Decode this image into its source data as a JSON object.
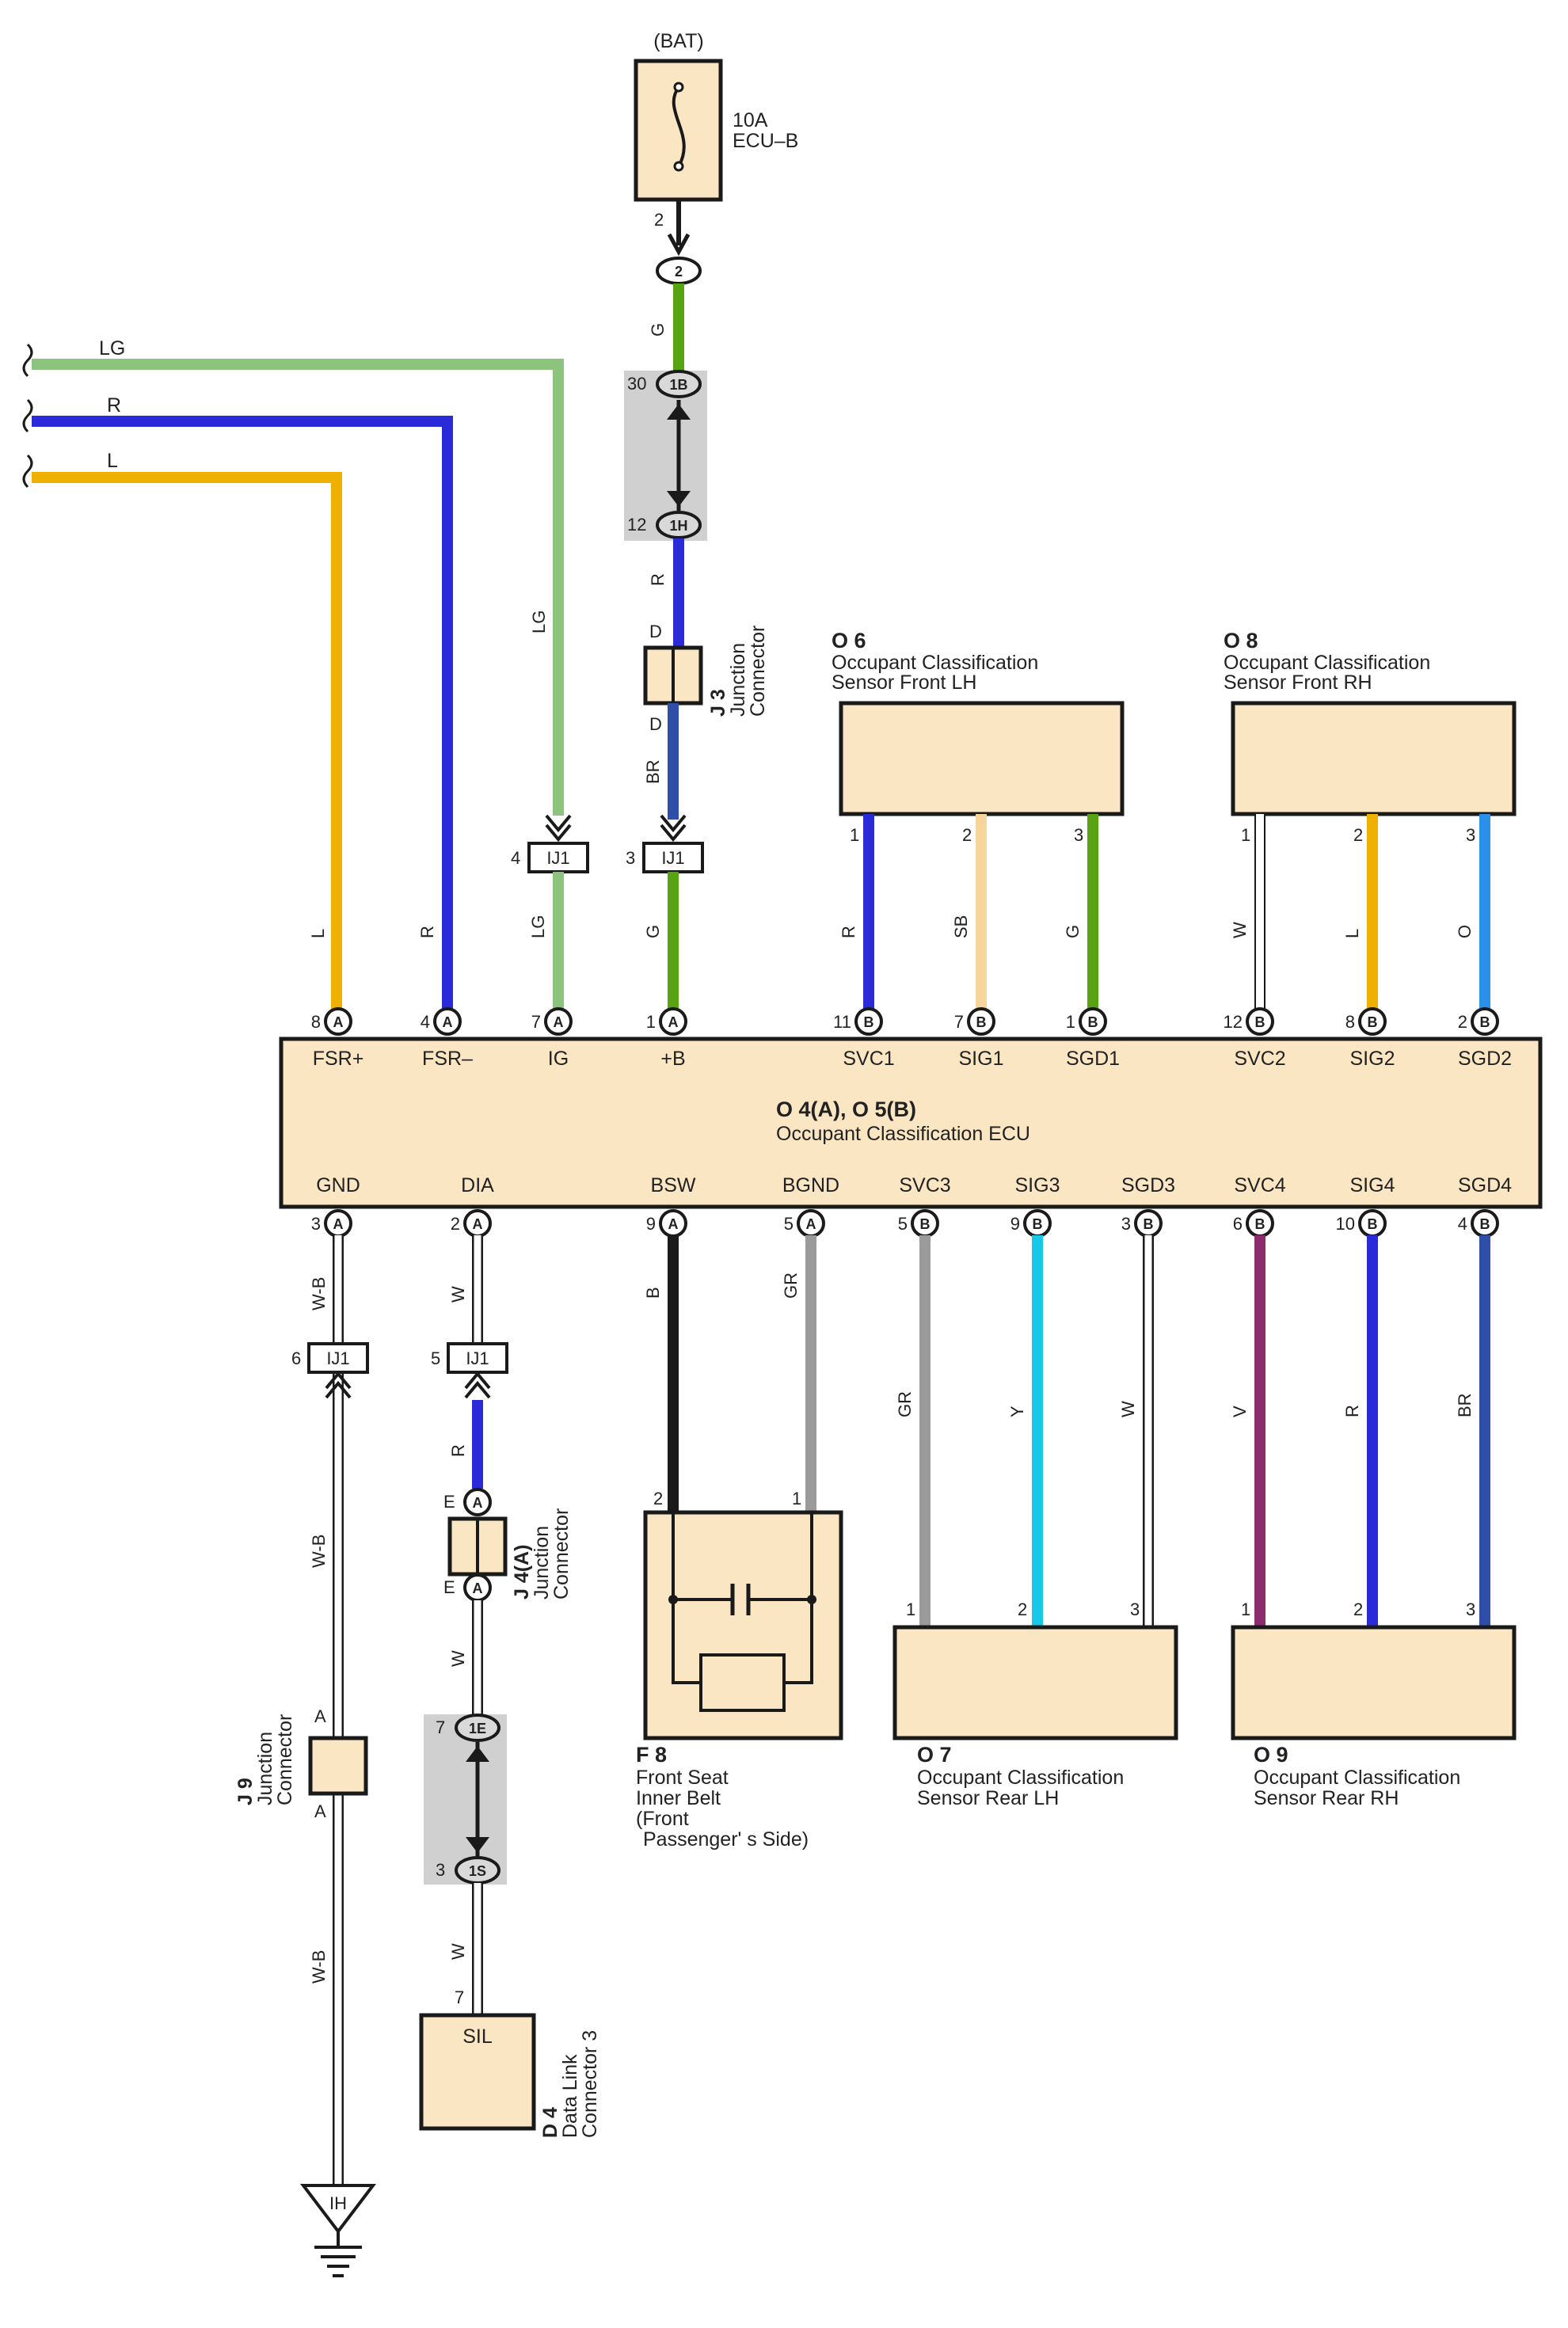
{
  "wire_colors": {
    "LG": "#8cc47e",
    "R": "#2a2ad8",
    "L": "#f0b000",
    "G": "#57a312",
    "BR": "#2f4ea8",
    "SB": "#f5d59a",
    "W": "#ffffff",
    "O": "#2a90e8",
    "B": "#1a1a1a",
    "GR": "#9a9a9a",
    "Y": "#18c8e8",
    "V": "#8c2c6c",
    "W-B": "#ffffff"
  },
  "fuse": {
    "source": "(BAT)",
    "rating": "10A",
    "name": "ECU–B",
    "pin_out": "2",
    "connector": "2"
  },
  "main_wires": {
    "lg": "LG",
    "r": "R",
    "l": "L"
  },
  "junction_1b_1h": {
    "top_pin": "30",
    "top_label": "1B",
    "bottom_pin": "12",
    "bottom_label": "1H"
  },
  "j3": {
    "code": "J 3",
    "name": "Junction\nConnector",
    "pin_top": "D",
    "pin_bottom": "D"
  },
  "ij1_top": {
    "left": {
      "pin": "4",
      "label": "IJ1"
    },
    "right": {
      "pin": "3",
      "label": "IJ1"
    }
  },
  "ecu": {
    "code": "O 4(A), O 5(B)",
    "name": "Occupant Classification ECU",
    "top_pins": [
      {
        "num": "8",
        "conn": "A",
        "name": "FSR+",
        "color": "L",
        "label": "L"
      },
      {
        "num": "4",
        "conn": "A",
        "name": "FSR–",
        "color": "R",
        "label": "R"
      },
      {
        "num": "7",
        "conn": "A",
        "name": "IG",
        "color": "LG",
        "label": "LG"
      },
      {
        "num": "1",
        "conn": "A",
        "name": "+B",
        "color": "G",
        "label": "G"
      },
      {
        "num": "11",
        "conn": "B",
        "name": "SVC1",
        "color": "R",
        "label": "R"
      },
      {
        "num": "7",
        "conn": "B",
        "name": "SIG1",
        "color": "SB",
        "label": "SB"
      },
      {
        "num": "1",
        "conn": "B",
        "name": "SGD1",
        "color": "G",
        "label": "G"
      },
      {
        "num": "12",
        "conn": "B",
        "name": "SVC2",
        "color": "W",
        "label": "W"
      },
      {
        "num": "8",
        "conn": "B",
        "name": "SIG2",
        "color": "L",
        "label": "L"
      },
      {
        "num": "2",
        "conn": "B",
        "name": "SGD2",
        "color": "O",
        "label": "O"
      }
    ],
    "bottom_pins": [
      {
        "num": "3",
        "conn": "A",
        "name": "GND",
        "color": "W-B",
        "label": "W-B"
      },
      {
        "num": "2",
        "conn": "A",
        "name": "DIA",
        "color": "W",
        "label": "W"
      },
      {
        "num": "9",
        "conn": "A",
        "name": "BSW",
        "color": "B",
        "label": "B"
      },
      {
        "num": "5",
        "conn": "A",
        "name": "BGND",
        "color": "GR",
        "label": "GR"
      },
      {
        "num": "5",
        "conn": "B",
        "name": "SVC3",
        "color": "GR",
        "label": "GR"
      },
      {
        "num": "9",
        "conn": "B",
        "name": "SIG3",
        "color": "Y",
        "label": "Y"
      },
      {
        "num": "3",
        "conn": "B",
        "name": "SGD3",
        "color": "W",
        "label": "W"
      },
      {
        "num": "6",
        "conn": "B",
        "name": "SVC4",
        "color": "V",
        "label": "V"
      },
      {
        "num": "10",
        "conn": "B",
        "name": "SIG4",
        "color": "R",
        "label": "R"
      },
      {
        "num": "4",
        "conn": "B",
        "name": "SGD4",
        "color": "BR",
        "label": "BR"
      }
    ]
  },
  "o6": {
    "code": "O 6",
    "name1": "Occupant Classification",
    "name2": "Sensor Front LH",
    "pins": [
      "1",
      "2",
      "3"
    ]
  },
  "o8": {
    "code": "O 8",
    "name1": "Occupant Classification",
    "name2": "Sensor Front RH",
    "pins": [
      "1",
      "2",
      "3"
    ]
  },
  "o7": {
    "code": "O 7",
    "name1": "Occupant Classification",
    "name2": "Sensor Rear LH",
    "pins": [
      "1",
      "2",
      "3"
    ]
  },
  "o9": {
    "code": "O 9",
    "name1": "Occupant Classification",
    "name2": "Sensor Rear RH",
    "pins": [
      "1",
      "2",
      "3"
    ]
  },
  "f8": {
    "code": "F 8",
    "line1": "Front Seat",
    "line2": "Inner Belt",
    "line3": "(Front",
    "line4": "Passenger' s Side)",
    "pin_left": "2",
    "pin_right": "1"
  },
  "ij1_bottom": {
    "left": {
      "pin": "6",
      "label": "IJ1",
      "wire_above": "W-B",
      "wire_below": "W-B"
    },
    "right": {
      "pin": "5",
      "label": "IJ1",
      "wire_above": "W",
      "wire_below": "R"
    }
  },
  "j4": {
    "code": "J 4(A)",
    "name": "Junction\nConnector",
    "pin_top": "E",
    "pin_bottom": "E",
    "conn": "A",
    "wire_below": "W"
  },
  "junction_1e_1s": {
    "top_pin": "7",
    "top_label": "1E",
    "bottom_pin": "3",
    "bottom_label": "1S",
    "wire_below": "W"
  },
  "j9": {
    "code": "J 9",
    "name": "Junction\nConnector",
    "pin_top": "A",
    "pin_bottom": "A",
    "wire_below": "W-B"
  },
  "d4": {
    "code": "D 4",
    "name": "Data Link\nConnector 3",
    "pin": "7",
    "terminal": "SIL"
  },
  "ground": {
    "label": "IH"
  }
}
